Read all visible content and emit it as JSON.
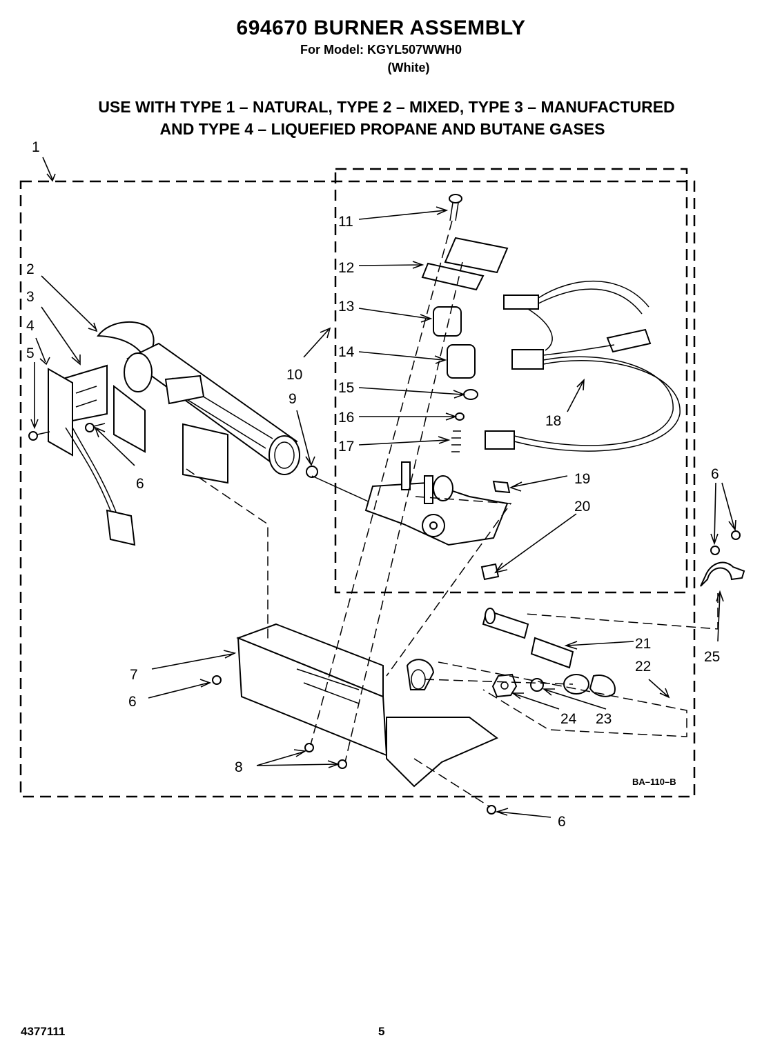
{
  "header": {
    "title": "694670 BURNER ASSEMBLY",
    "model": "For Model: KGYL507WWH0",
    "color": "(White)",
    "usage_line1": "USE WITH TYPE 1 – NATURAL, TYPE 2 – MIXED, TYPE 3 – MANUFACTURED",
    "usage_line2": "AND TYPE 4 – LIQUEFIED PROPANE AND BUTANE GASES"
  },
  "callouts": {
    "c1": "1",
    "c2": "2",
    "c3": "3",
    "c4": "4",
    "c5": "5",
    "c6a": "6",
    "c6b": "6",
    "c6c": "6",
    "c6d": "6",
    "c7": "7",
    "c8": "8",
    "c9": "9",
    "c10": "10",
    "c11": "11",
    "c12": "12",
    "c13": "13",
    "c14": "14",
    "c15": "15",
    "c16": "16",
    "c17": "17",
    "c18": "18",
    "c19": "19",
    "c20": "20",
    "c21": "21",
    "c22": "22",
    "c23": "23",
    "c24": "24",
    "c25": "25"
  },
  "drawing_code": "BA–110–B",
  "footer": {
    "part_number": "4377111",
    "page_number": "5"
  }
}
